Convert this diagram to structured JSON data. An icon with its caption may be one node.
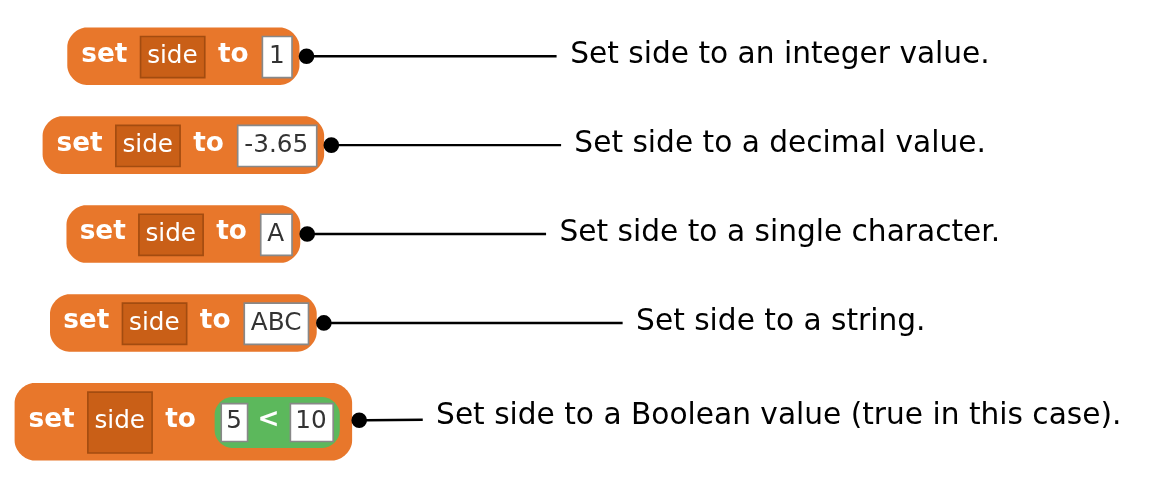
{
  "diagram": {
    "nodes": [
      {
        "text": [
          "set",
          "side",
          "to",
          "1"
        ]
      },
      {
        "text": [
          "Set side to an integer value."
        ]
      },
      {
        "text": [
          "set",
          "side",
          "to",
          "-3.65"
        ]
      },
      {
        "text": [
          "Set side to a decimal value."
        ]
      },
      {
        "text": [
          "set",
          "side",
          "to",
          "A"
        ]
      },
      {
        "text": [
          "Set side to a single character."
        ]
      },
      {
        "text": [
          "set",
          "side",
          "to",
          "ABC"
        ]
      },
      {
        "text": [
          "Set side to a string."
        ]
      },
      {
        "text": [
          "set",
          "side",
          "to",
          "5",
          "<",
          "10"
        ]
      },
      {
        "text": [
          "Set side to a Boolean value (true in this case)."
        ]
      }
    ],
    "edges": [
      {
        "from": 0,
        "to": 1,
        "arrow": "other"
      },
      {
        "from": 2,
        "to": 3,
        "arrow": "other"
      },
      {
        "from": 4,
        "to": 5,
        "arrow": "other"
      },
      {
        "from": 6,
        "to": 7,
        "arrow": "other"
      },
      {
        "from": 8,
        "to": 9,
        "arrow": "other"
      }
    ]
  }
}
